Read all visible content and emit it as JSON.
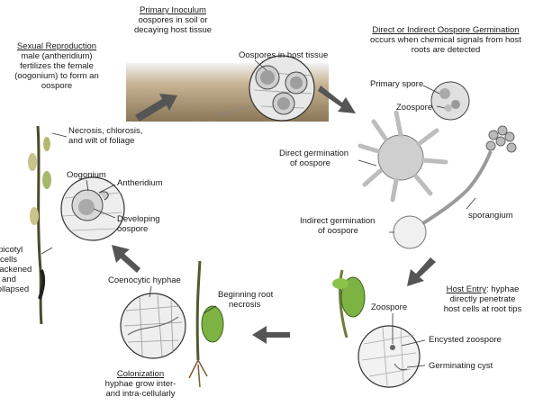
{
  "stages": {
    "primary_inoculum": {
      "title": "Primary Inoculum",
      "text": [
        "oospores in soil or",
        "decaying host tissue"
      ]
    },
    "germination": {
      "title": "Direct or Indirect Oospore Germination",
      "text": [
        "occurs when chemical signals from host",
        "roots are detected"
      ]
    },
    "sexual_reproduction": {
      "title": "Sexual Reproduction",
      "text": [
        "male (antheridium)",
        "fertilizes the female",
        "(oogonium) to form an",
        "oospore"
      ]
    },
    "host_entry": {
      "title": "Host Entry",
      "text": [
        "hyphae",
        "directly penetrate",
        "host cells at root tips"
      ]
    },
    "colonization": {
      "title": "Colonization",
      "text": [
        "hyphae grow inter-",
        "and intra-cellularly"
      ]
    }
  },
  "labels": {
    "oospores_in_host_tissue": "Oospores in host tissue",
    "primary_spore": "Primary spore",
    "zoospore_top": "Zoospore",
    "direct_germination": [
      "Direct germination",
      "of oospore"
    ],
    "sporangium": "sporangium",
    "indirect_germination": [
      "Indirect germination",
      "of oospore"
    ],
    "necrosis": [
      "Necrosis, chlorosis,",
      "and wilt of foliage"
    ],
    "oogonium": "Oogonium",
    "antheridium": "Antheridium",
    "developing_oospore": [
      "Developing",
      "oospore"
    ],
    "epicotyl": [
      "Epicotyl",
      "cells",
      "blackened",
      "and",
      "collapsed"
    ],
    "coenocytic_hyphae": "Coenocytic hyphae",
    "beginning_root_necrosis": [
      "Beginning root",
      "necrosis"
    ],
    "zoospore_bottom": "Zoospore",
    "encysted_zoospore": "Encysted zoospore",
    "germinating_cyst": "Germinating cyst"
  },
  "colors": {
    "arrow": "#555555",
    "circle_fill": "#e6e6e6",
    "leaf_green": "#6fa63c",
    "stem": "#4a4a2a"
  }
}
